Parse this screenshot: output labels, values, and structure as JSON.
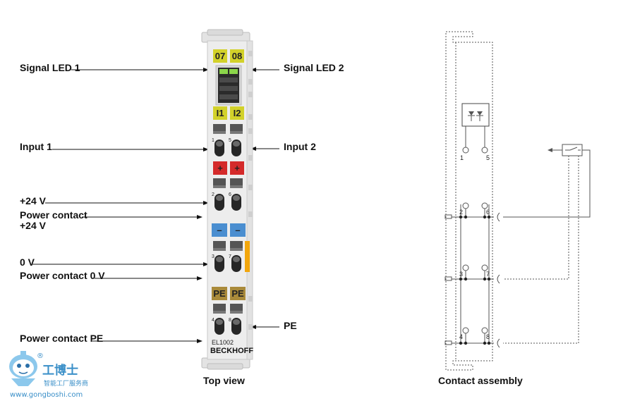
{
  "labels_left": {
    "signal_led_1": "Signal LED 1",
    "input_1": "Input 1",
    "plus24v": "+24 V",
    "power_contact_24v_line1": "Power contact",
    "power_contact_24v_line2": "+24 V",
    "zero_v": "0 V",
    "power_contact_0v": "Power contact 0 V",
    "power_contact_pe": "Power contact PE"
  },
  "labels_right": {
    "signal_led_2": "Signal LED 2",
    "input_2": "Input 2",
    "pe": "PE"
  },
  "captions": {
    "top_view": "Top view",
    "contact_assembly": "Contact assembly"
  },
  "terminal": {
    "tabs": {
      "o7": "07",
      "o8": "08",
      "i1": "I1",
      "i2": "I2",
      "plus_a": "+",
      "plus_b": "+",
      "minus_a": "–",
      "minus_b": "–",
      "pe_a": "PE",
      "pe_b": "PE"
    },
    "pins": [
      "1",
      "5",
      "2",
      "6",
      "3",
      "7",
      "4",
      "8"
    ],
    "model": "EL1002",
    "brand": "BECKHOFF"
  },
  "contact_pins": [
    "1",
    "5",
    "2",
    "6",
    "3",
    "7",
    "4",
    "8"
  ],
  "watermark": {
    "title": "工博士",
    "registered": "®",
    "subtitle": "智能工厂服务商",
    "url": "www.gongboshi.com"
  },
  "colors": {
    "yellow_tab": "#d2d12a",
    "red_tab": "#d42a2a",
    "blue_tab": "#4a8ed0",
    "pe_tab": "#a98a3a",
    "orange_latch": "#f2a60c",
    "led_green": "#8bd64a"
  }
}
